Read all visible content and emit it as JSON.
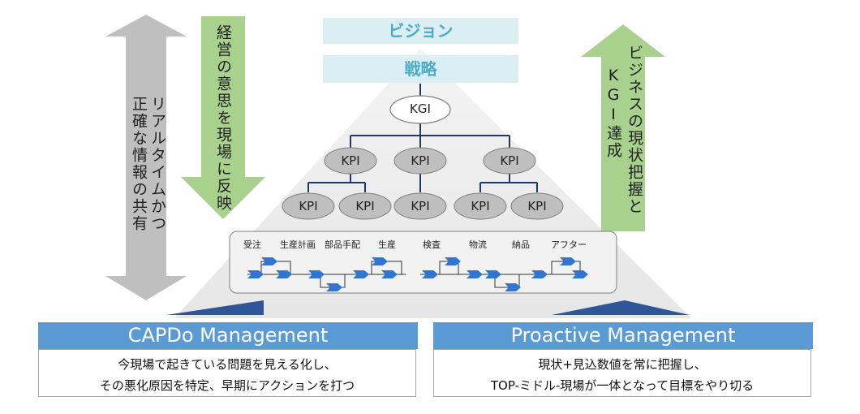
{
  "vision": "ビジョン",
  "strategy": "戦略",
  "kgi": "KGI",
  "kpi_label": "KPI",
  "left_arrow_text": [
    "正確な情報の共有",
    "リアルタイムかつ"
  ],
  "down_arrow_text": "経営の意思を現場に反映",
  "up_arrow_text": [
    "KGI達成",
    "ビジネスの現状把握と"
  ],
  "process_steps": [
    "受注",
    "生産計画",
    "部品手配",
    "生産",
    "検査",
    "物流",
    "納品",
    "アフター"
  ],
  "left_panel": {
    "title": "CAPDo Management",
    "lines": [
      "今現場で起きている問題を見える化し、",
      "その悪化原因を特定、早期にアクションを打つ"
    ]
  },
  "right_panel": {
    "title": "Proactive Management",
    "lines": [
      "現状+見込数値を常に把握し、",
      "TOP-ミドル-現場が一体となって目標をやり切る"
    ]
  },
  "colors": {
    "banner_bg": "#daeef3",
    "banner_text": "#4bacc6",
    "panel_title_bg": "#5b9bd5",
    "gray_arrow": "#bfbfbf",
    "green_arrow": "#a9d18e",
    "kpi_fill": "#bfbfbf",
    "tree_line": "#1f3864",
    "chevron": "#2e75d6"
  }
}
